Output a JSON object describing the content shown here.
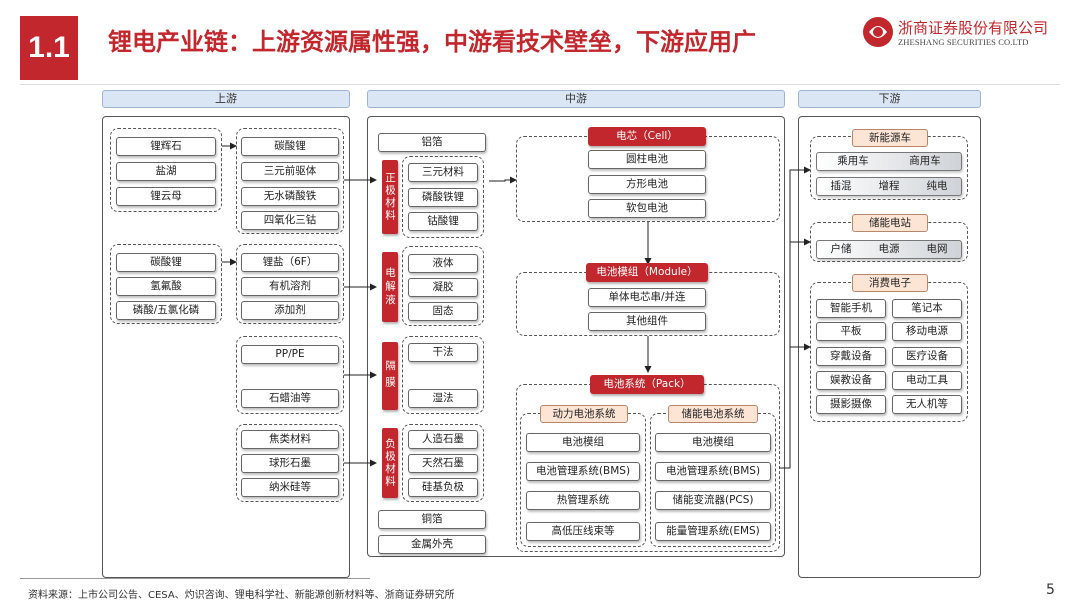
{
  "header": {
    "section_number": "1.1",
    "title": "锂电产业链：上游资源属性强，中游看技术壁垒，下游应用广",
    "company_cn": "浙商证券股份有限公司",
    "company_en": "ZHESHANG SECURITIES CO.LTD"
  },
  "columns": {
    "upstream": "上游",
    "midstream": "中游",
    "downstream": "下游"
  },
  "upstream": {
    "group1_sources": [
      "锂辉石",
      "盐湖",
      "锂云母"
    ],
    "group1_products": [
      "碳酸锂",
      "三元前驱体",
      "无水磷酸铁",
      "四氧化三钴"
    ],
    "group2_sources": [
      "碳酸锂",
      "氢氟酸",
      "磷酸/五氯化磷"
    ],
    "group2_products": [
      "锂盐（6F）",
      "有机溶剂",
      "添加剂"
    ],
    "group3_products": [
      "PP/PE",
      "石蜡油等"
    ],
    "group4_products": [
      "焦类材料",
      "球形石墨",
      "纳米硅等"
    ]
  },
  "midstream": {
    "aluminum_foil": "铝箔",
    "cathode_label": "正极材料",
    "cathode_items": [
      "三元材料",
      "磷酸铁锂",
      "钴酸锂"
    ],
    "electrolyte_label": "电解液",
    "electrolyte_items": [
      "液体",
      "凝胶",
      "固态"
    ],
    "separator_label": "隔膜",
    "separator_items": [
      "干法",
      "湿法"
    ],
    "anode_label": "负极材料",
    "anode_items": [
      "人造石墨",
      "天然石墨",
      "硅基负极"
    ],
    "copper_foil": "铜箔",
    "metal_shell": "金属外壳",
    "cell_title": "电芯（Cell）",
    "cell_items": [
      "圆柱电池",
      "方形电池",
      "软包电池"
    ],
    "module_title": "电池模组（Module）",
    "module_items": [
      "单体电芯串/并连",
      "其他组件"
    ],
    "pack_title": "电池系统（Pack）",
    "power_title": "动力电池系统",
    "power_items": [
      "电池模组",
      "电池管理系统(BMS)",
      "热管理系统",
      "高低压线束等"
    ],
    "storage_title": "储能电池系统",
    "storage_items": [
      "电池模组",
      "电池管理系统(BMS)",
      "储能变流器(PCS)",
      "能量管理系统(EMS)"
    ]
  },
  "downstream": {
    "nev_title": "新能源车",
    "nev_row1": [
      "乘用车",
      "商用车"
    ],
    "nev_row2": [
      "插混",
      "增程",
      "纯电"
    ],
    "ess_title": "储能电站",
    "ess_row": [
      "户储",
      "电源",
      "电网"
    ],
    "consumer_title": "消费电子",
    "consumer_items": [
      "智能手机",
      "笔记本",
      "平板",
      "移动电源",
      "穿戴设备",
      "医疗设备",
      "娱教设备",
      "电动工具",
      "摄影摄像",
      "无人机等"
    ]
  },
  "footer": {
    "source": "资料来源：上市公司公告、CESA、灼识咨询、锂电科学社、新能源创新材料等、浙商证券研究所",
    "page": "5"
  }
}
